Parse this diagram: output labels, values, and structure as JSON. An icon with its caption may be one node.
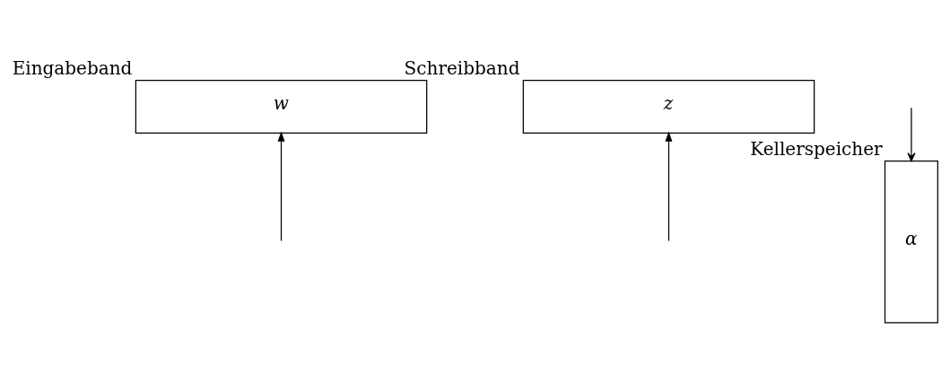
{
  "diagram": {
    "nodes": [
      {
        "text": [
          "w"
        ],
        "beside": [
          "Eingabeband"
        ]
      },
      {
        "text": [
          "z"
        ],
        "beside": [
          "Schreibband"
        ]
      },
      {
        "text": [
          "α"
        ],
        "beside": [
          "Kellerspeicher"
        ]
      }
    ],
    "edges": [
      {
        "from": null,
        "to": 0,
        "arrow": "to"
      },
      {
        "from": null,
        "to": 2,
        "arrow": "to"
      },
      {
        "from": null,
        "to": 1,
        "arrow": "to"
      }
    ]
  }
}
